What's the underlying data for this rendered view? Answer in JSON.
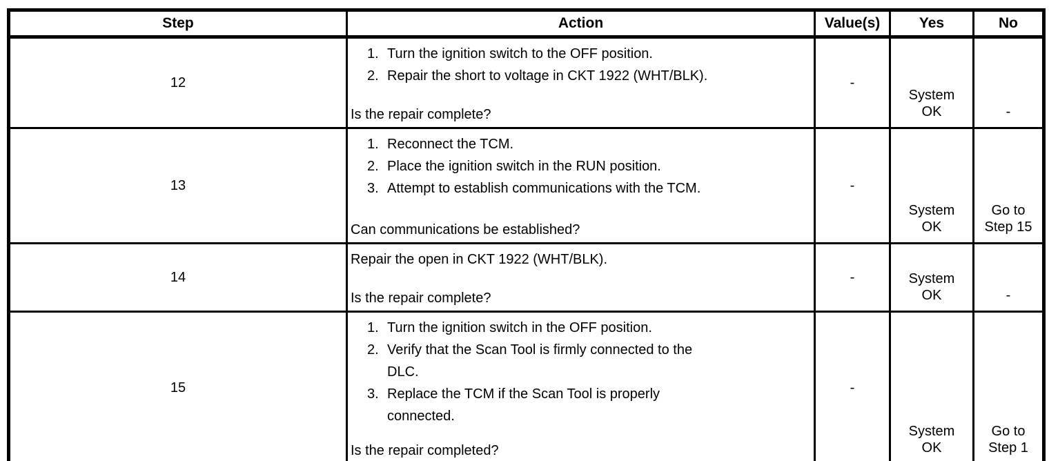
{
  "page": {
    "background_color": "#ffffff",
    "text_color": "#000000",
    "border_color": "#000000"
  },
  "table": {
    "columns": [
      {
        "key": "step",
        "label": "Step"
      },
      {
        "key": "action",
        "label": "Action"
      },
      {
        "key": "value",
        "label": "Value(s)"
      },
      {
        "key": "yes",
        "label": "Yes"
      },
      {
        "key": "no",
        "label": "No"
      }
    ],
    "rows": [
      {
        "step": "12",
        "actions": [
          {
            "num": "1.",
            "text": "Turn the ignition switch to the OFF position."
          },
          {
            "num": "2.",
            "text": "Repair the short to voltage in CKT 1922 (WHT/BLK)."
          }
        ],
        "question": "Is the repair complete?",
        "value": "-",
        "yes": "System\nOK",
        "no": "-"
      },
      {
        "step": "13",
        "actions": [
          {
            "num": "1.",
            "text": "Reconnect the TCM."
          },
          {
            "num": "2.",
            "text": "Place the ignition switch in the RUN position."
          },
          {
            "num": "3.",
            "text": "Attempt to establish communications with the TCM."
          }
        ],
        "question": "Can communications be established?",
        "value": "-",
        "yes": "System\nOK",
        "no": "Go to\nStep 15"
      },
      {
        "step": "14",
        "actions": [
          {
            "text": "Repair the open in CKT 1922 (WHT/BLK)."
          }
        ],
        "question": "Is the repair complete?",
        "value": "-",
        "yes": "System\nOK",
        "no": "-"
      },
      {
        "step": "15",
        "actions": [
          {
            "num": "1.",
            "text": "Turn the ignition switch in the OFF position."
          },
          {
            "num": "2.",
            "text": "Verify that the Scan Tool is firmly connected to the\nDLC."
          },
          {
            "num": "3.",
            "text": "Replace the TCM if the Scan Tool is properly\nconnected."
          }
        ],
        "question": "Is the repair completed?",
        "value": "-",
        "yes": "System\nOK",
        "no": "Go to\nStep 1"
      }
    ]
  }
}
